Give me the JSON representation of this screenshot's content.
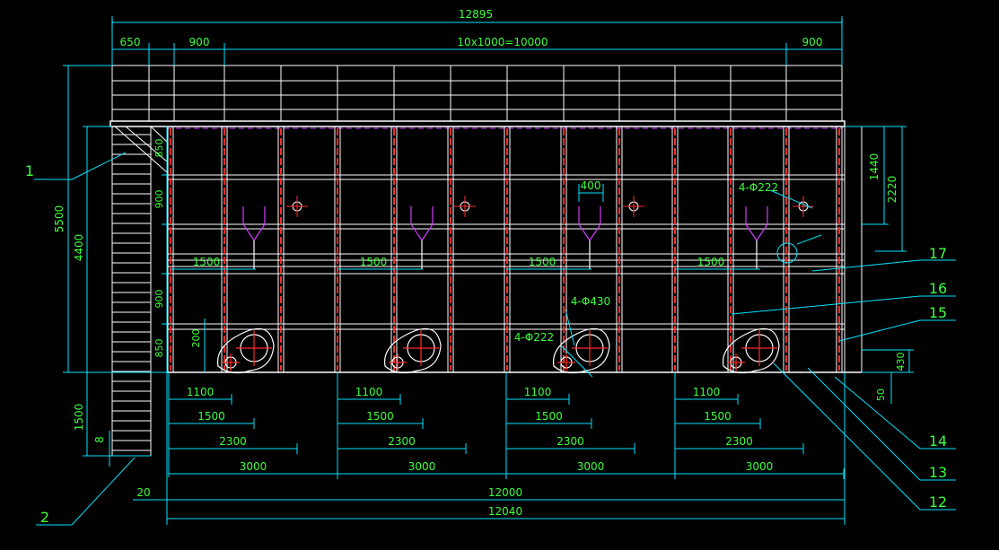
{
  "drawing": {
    "top_dims": {
      "overall": "12895",
      "left_650": "650",
      "left_900": "900",
      "span": "10x1000=10000",
      "right_900": "900"
    },
    "left_dims": {
      "total_height": "5500",
      "body_height": "4400",
      "bottom_height": "1500",
      "stair_small": "8",
      "d850_top": "850",
      "d900_a": "900",
      "d900_b": "900",
      "d850_bottom": "850",
      "d200": "200"
    },
    "right_dims": {
      "d1440": "1440",
      "d2220": "2220",
      "d430": "430",
      "d50": "50"
    },
    "inner_dims": {
      "d400": "400",
      "d1500_inner": [
        "1500",
        "1500",
        "1500",
        "1500"
      ],
      "holes_top": "4-Φ222",
      "holes_big": "4-Φ430",
      "holes_small": "4-Φ222"
    },
    "bottom_dims": {
      "d1100": [
        "1100",
        "1100",
        "1100",
        "1100"
      ],
      "d1500": [
        "1500",
        "1500",
        "1500",
        "1500"
      ],
      "d2300": [
        "2300",
        "2300",
        "2300",
        "2300"
      ],
      "d3000": [
        "3000",
        "3000",
        "3000",
        "3000"
      ],
      "d20": "20",
      "d12000": "12000",
      "d12040": "12040"
    },
    "callouts": {
      "c1": "1",
      "c2": "2",
      "c12": "12",
      "c13": "13",
      "c14": "14",
      "c15": "15",
      "c16": "16",
      "c17": "17"
    },
    "colors": {
      "line": "#ffffff",
      "dim": "#00e5ff",
      "text": "#3cff3c",
      "column": "#ff2a2a",
      "hopper": "#d23cff"
    }
  }
}
